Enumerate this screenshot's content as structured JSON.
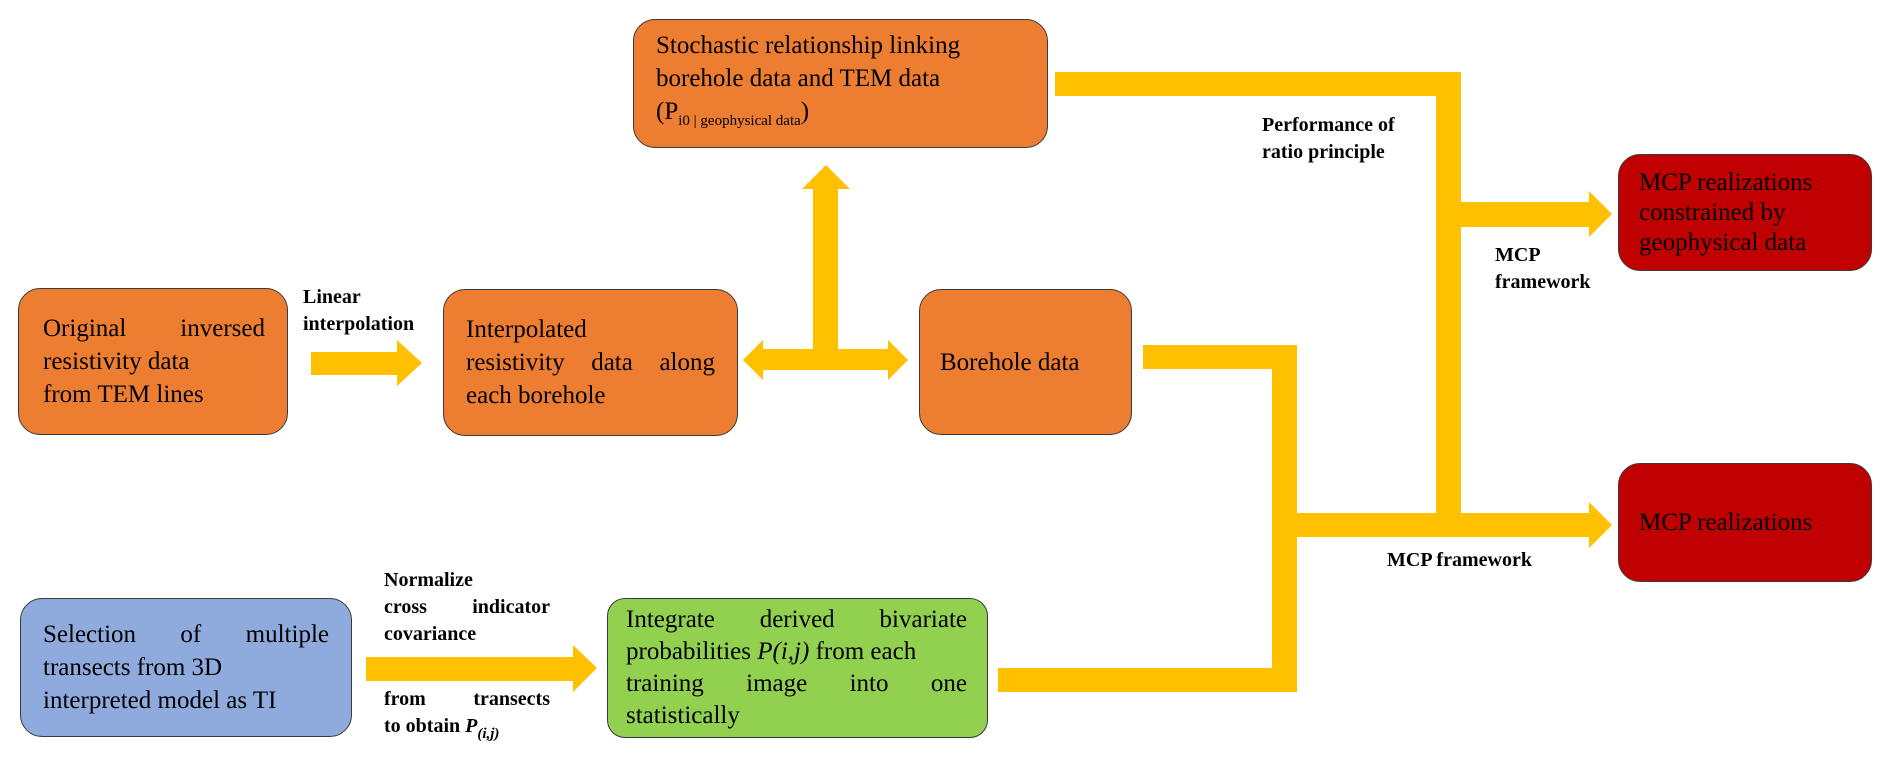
{
  "colors": {
    "arrow": "#FFC000",
    "orange_box": "#ED7D31",
    "red_box": "#C00000",
    "blue_box": "#8FAADC",
    "green_box": "#92D050"
  },
  "boxes": {
    "stochastic": {
      "lines": [
        "Stochastic relationship linking",
        "borehole data and TEM data"
      ],
      "formula_open": "(P",
      "formula_sub": "i0 | geophysical data",
      "formula_close": ")"
    },
    "original": {
      "lines": [
        "Original inversed",
        "resistivity data",
        "from TEM lines"
      ]
    },
    "interpolated": {
      "lines": [
        "Interpolated",
        "resistivity data along",
        "each borehole"
      ]
    },
    "borehole": {
      "lines": [
        "Borehole data"
      ]
    },
    "mcp_constrained": {
      "lines": [
        "MCP realizations",
        "constrained by",
        "geophysical data"
      ]
    },
    "mcp": {
      "lines": [
        "MCP realizations"
      ]
    },
    "selection": {
      "lines": [
        "Selection of multiple",
        "transects from 3D",
        "interpreted model as TI"
      ]
    },
    "integrate": {
      "line1": "Integrate derived bivariate",
      "line2_pre": "probabilities ",
      "line2_math": "P(i,j)",
      "line2_post": " from each",
      "line3": "training image into one",
      "line4": "statistically"
    }
  },
  "labels": {
    "linear_interpolation": [
      "Linear",
      "interpolation"
    ],
    "performance": [
      "Performance of",
      "ratio principle"
    ],
    "mcp_framework_upper": [
      "MCP",
      "framework"
    ],
    "mcp_framework_lower": "MCP framework",
    "normalize": [
      "Normalize",
      "cross indicator",
      "covariance"
    ],
    "from_transects": [
      "from transects",
      "to obtain "
    ],
    "from_transects_math": "P",
    "from_transects_sub": "(i,j)"
  }
}
